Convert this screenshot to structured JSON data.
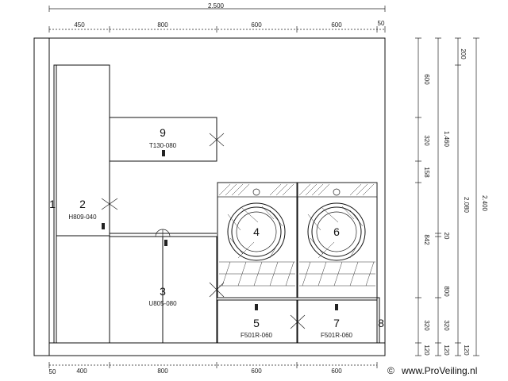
{
  "top_dimensions": {
    "total": "2.500",
    "segments": [
      "450",
      "800",
      "600",
      "600",
      "50"
    ]
  },
  "bottom_dimensions": {
    "segments": [
      "50",
      "400",
      "800",
      "600",
      "600"
    ]
  },
  "right_dimensions": {
    "col1": [
      "600",
      "320",
      "158",
      "842",
      "320",
      "120"
    ],
    "col2": [
      "1.460",
      "20",
      "800",
      "320",
      "120"
    ],
    "col3": [
      "200",
      "2.080",
      "120"
    ],
    "col4": [
      "2.400"
    ]
  },
  "units": [
    {
      "number": "1",
      "code": ""
    },
    {
      "number": "2",
      "code": "H809-040"
    },
    {
      "number": "3",
      "code": "U805-080"
    },
    {
      "number": "4",
      "code": ""
    },
    {
      "number": "5",
      "code": "F501R-060"
    },
    {
      "number": "6",
      "code": ""
    },
    {
      "number": "7",
      "code": "F501R-060"
    },
    {
      "number": "8",
      "code": ""
    },
    {
      "number": "9",
      "code": "T130-080"
    }
  ],
  "watermark": {
    "symbol": "©",
    "text": "www.ProVeiling.nl"
  }
}
